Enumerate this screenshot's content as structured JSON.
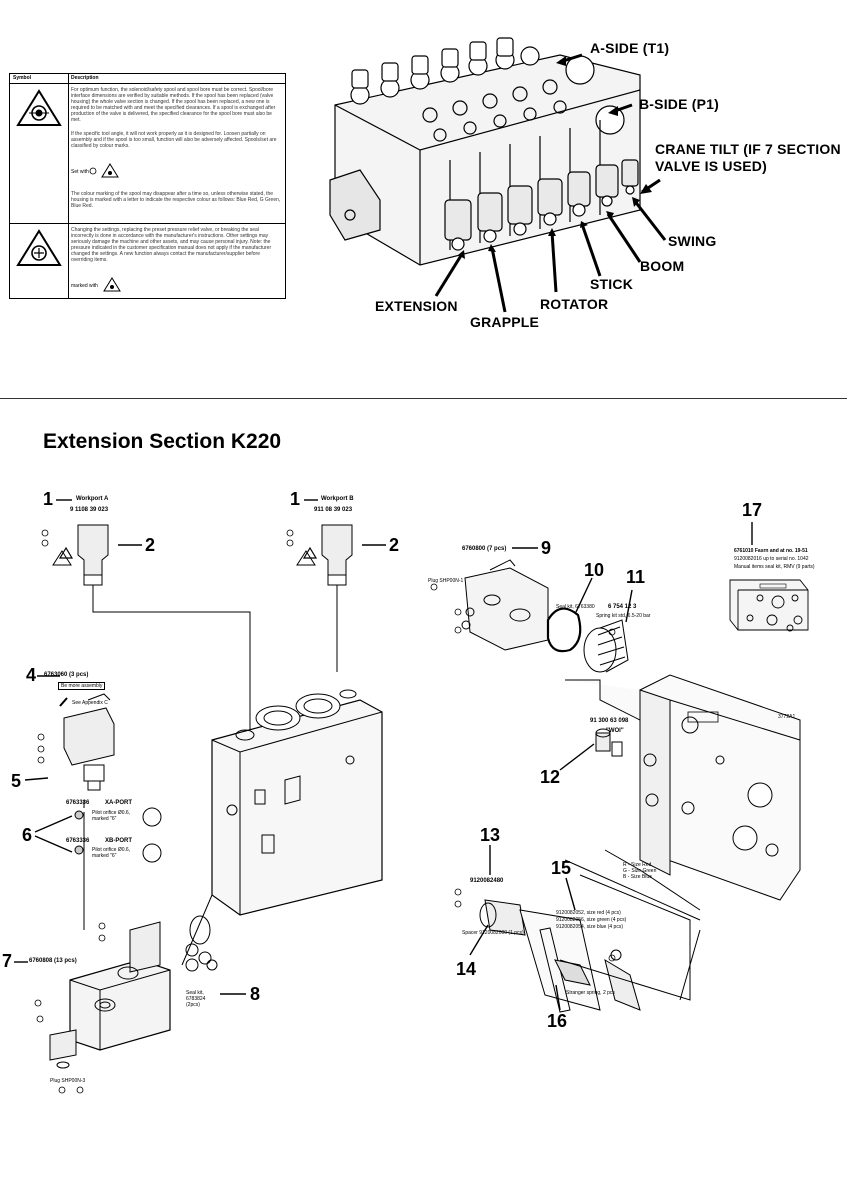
{
  "symbol_table": {
    "header_col1": "Symbol",
    "header_col2": "Description",
    "row1": {
      "para1": "For optimum function, the solenoid/safety spool and spool bore must be correct. Spool/bore interface dimensions are verified by suitable methods. If the spool has been replaced (valve housing) the whole valve section is changed. If the spool has been replaced, a new one is required to be matched with and meet the specified clearances. If a spool is exchanged after production of the valve is delivered, the specified clearance for the spool bore must also be met.",
      "para2": "If the specific tool angle, it will not work properly as it is designed for. Loosen partially on assembly and if the spool is too small, function will also be adversely affected. Spools/set are classified by colour marks.",
      "marked_with": "Set with",
      "para3": "The colour marking of the spool may disappear after a time so, unless otherwise stated, the housing is marked with a letter to indicate the respective colour as follows: Blue Red, G Green, Blue Red."
    },
    "row2": {
      "para1": "Changing the settings, replacing the preset pressure relief valve, or breaking the seal incorrectly is done in accordance with the manufacturer's instructions. Other settings may seriously damage the machine and other assets, and may cause personal injury. Note: the pressure indicated in the customer specification manual does not apply if the manufacturer changed the settings. A new function always contact the manufacturer/supplier before overriding items.",
      "marked_with": "marked with"
    }
  },
  "overview_labels": {
    "a_side": "A-SIDE (T1)",
    "b_side": "B-SIDE (P1)",
    "crane_tilt_line1": "CRANE TILT (IF 7 SECTION",
    "crane_tilt_line2": "VALVE IS USED)",
    "swing": "SWING",
    "boom": "BOOM",
    "stick": "STICK",
    "rotator": "ROTATOR",
    "extension": "EXTENSION",
    "grapple": "GRAPPLE"
  },
  "section_title": "Extension Section K220",
  "callouts": {
    "n1a": "1",
    "n1b": "1",
    "n2a": "2",
    "n2b": "2",
    "n4": "4",
    "n5": "5",
    "n6": "6",
    "n7": "7",
    "n8": "8",
    "n9": "9",
    "n10": "10",
    "n11": "11",
    "n12": "12",
    "n13": "13",
    "n14": "14",
    "n15": "15",
    "n16": "16",
    "n17": "17"
  },
  "part_text": {
    "workport_a": "Workport A",
    "workport_a_pn": "9 1108 39 023",
    "workport_b": "Workport B",
    "workport_b_pn": "911 08 39 023",
    "p4_pn": "6763060 (3 pcs)",
    "p4_note": "Be more assembly",
    "p4_appendix": "See Appendix C",
    "p6_pn_a": "6763336",
    "p6_port_a": "XA-PORT",
    "p6_note_a": "Pilot orifice Ø0.6, marked \"6\"",
    "p6_pn_b": "6763336",
    "p6_port_b": "XB-PORT",
    "p6_note_b": "Pilot orifice Ø0.6, marked \"6\"",
    "p7_pn": "6760808 (13 pcs)",
    "p7_plug": "Plug SHP00N-3",
    "p8_seal": "Seal kit, 6783824 (2pcs)",
    "p9_pn": "6760800 (7 pcs)",
    "p9_plug": "Plug SHP00N-1",
    "p10_seal": "Seal kit, 6763380",
    "p11_pn": "6 754 12 3",
    "p11_spring": "Spring kit std, 6.5-20 bar",
    "p12_pn": "91 300 63 098",
    "p12_note": "\"WOI\"",
    "p13_pn": "9120082480",
    "p15_line1": "9120082052, size red (4 pcs)",
    "p15_line2": "9120082056, size green (4 pcs)",
    "p15_line3": "9120082054, size blue (4 pcs)",
    "p16_note": "Stranger spring, 2 pcs",
    "p14_note": "Spacer 9120082000 (1 pcs)",
    "p17_line1": "6761010 Fasrn and at no. 19-51",
    "p17_line2": "9120082016 up to serial no. 1042",
    "p17_line3": "Manual items seal kit, RMV (9 parts)",
    "housing_mark": "3772A1",
    "legend_red": "R - Size Red",
    "legend_green": "G - Size Green",
    "legend_blue": "B - Size Blue"
  },
  "colors": {
    "ink": "#000000",
    "text_gray": "#333333"
  }
}
